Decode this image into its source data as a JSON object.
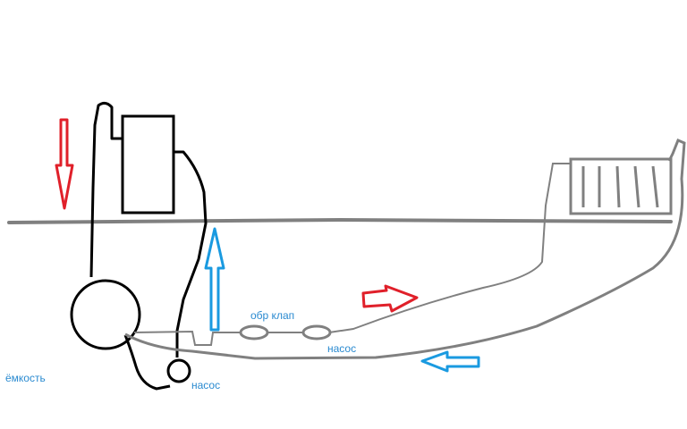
{
  "labels": {
    "check_valve": "обр клап",
    "pump_right": "насос",
    "pump_left": "насос",
    "tank": "ёмкость"
  },
  "colors": {
    "background": "#ffffff",
    "outline_black": "#000000",
    "pipe_grey": "#808080",
    "hot_arrow": "#e0202a",
    "cold_arrow": "#1a9ae0",
    "label_blue": "#2a8ad0"
  },
  "icons": {
    "hot_flow_arrow": "red-hollow-arrow",
    "cold_flow_arrow": "blue-hollow-arrow",
    "radiator": "radiator-icon",
    "boiler": "boiler-icon",
    "tank": "tank-circle-icon",
    "pump": "pump-circle-icon",
    "check_valve": "valve-ring-icon"
  }
}
